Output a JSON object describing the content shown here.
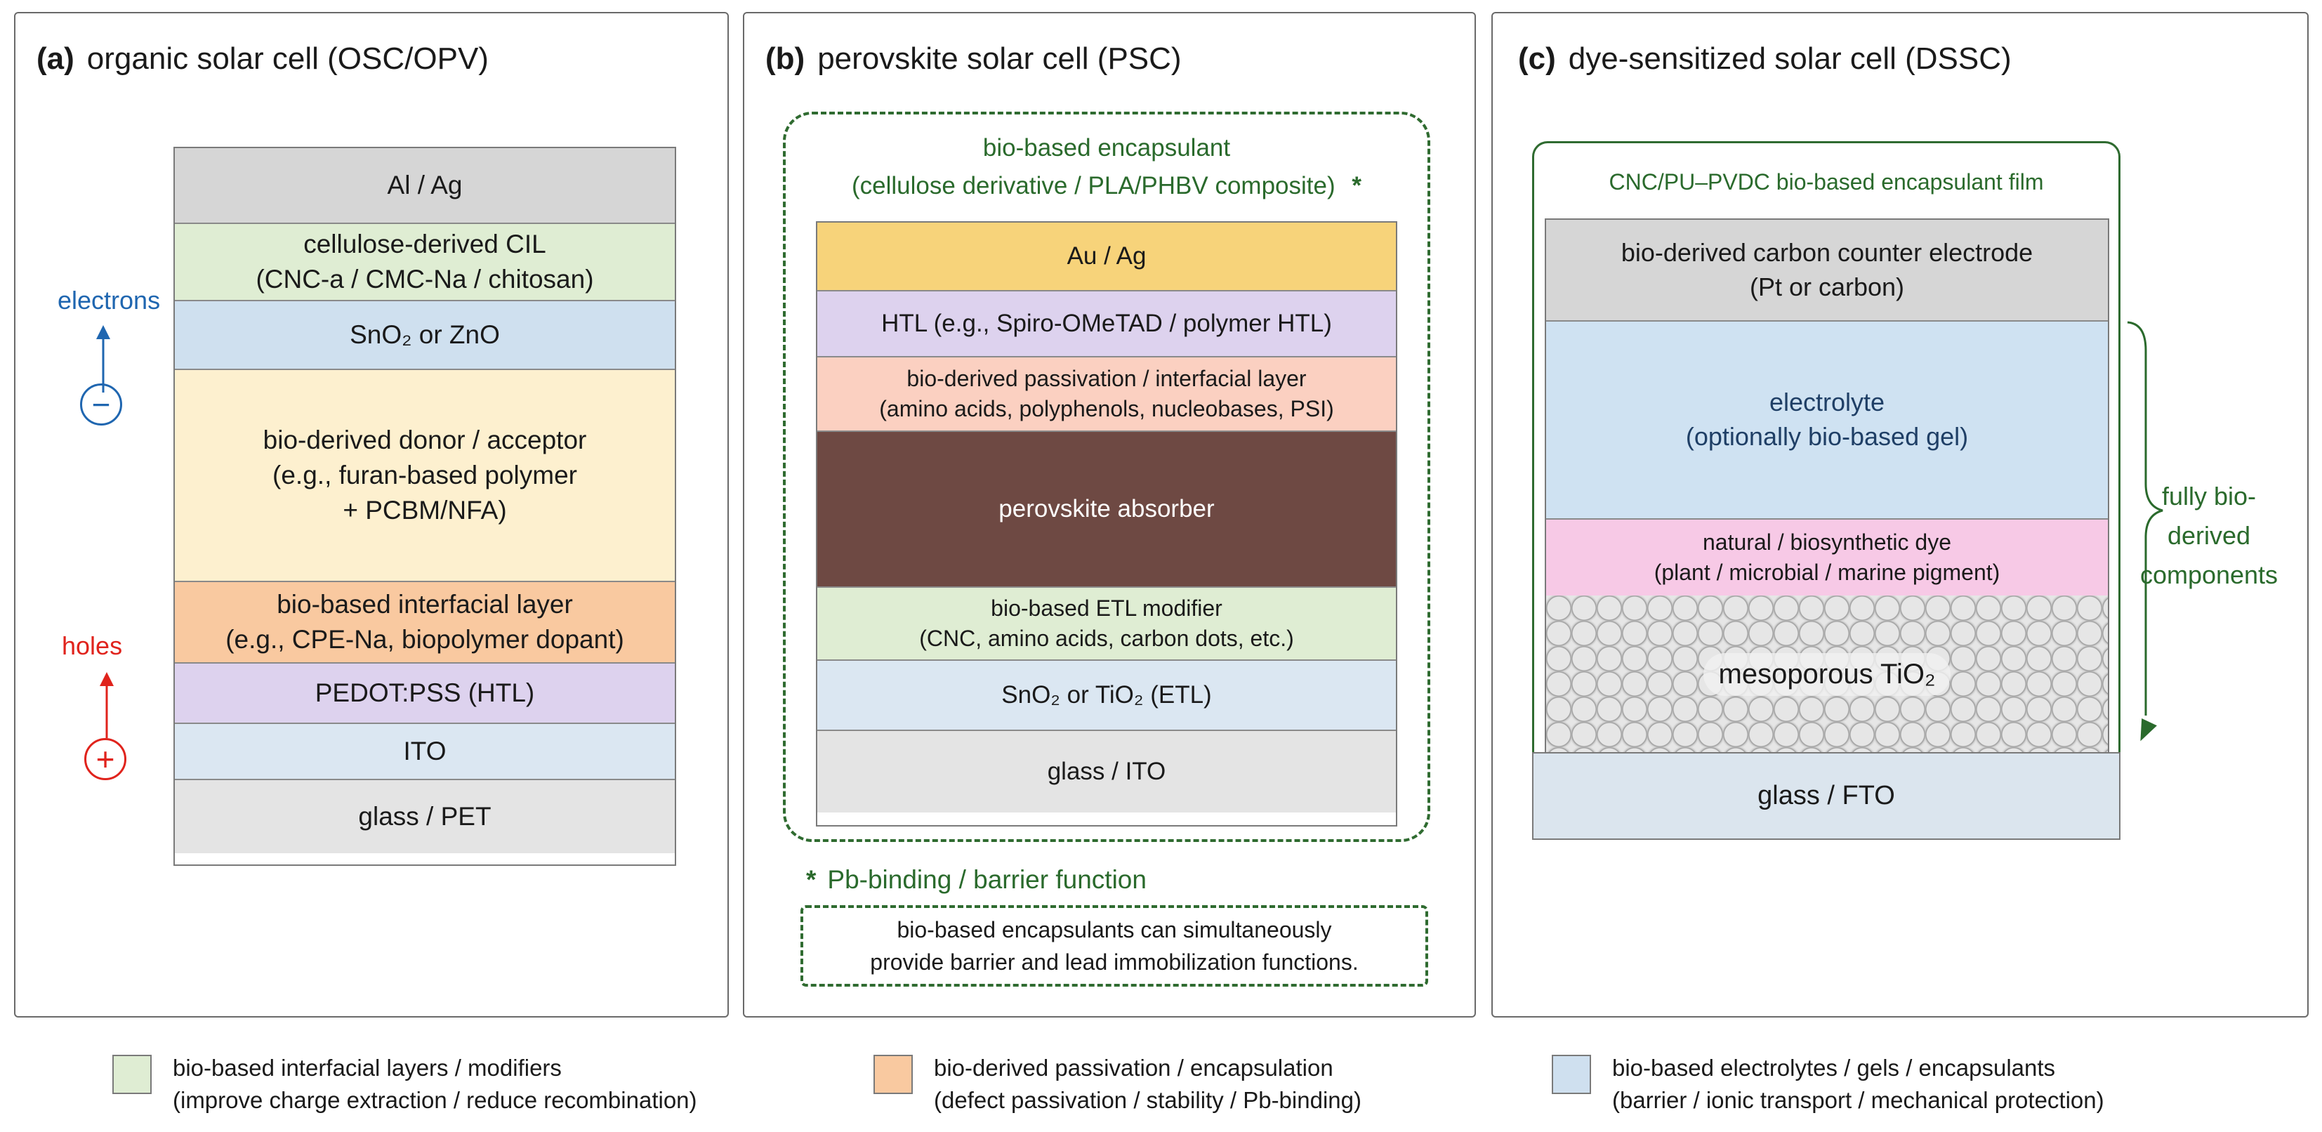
{
  "colors": {
    "metal_gray": "#d6d6d6",
    "green": "#dfedd3",
    "blue": "#cfe0ef",
    "cream": "#fdf0cf",
    "orange": "#f9c9a0",
    "purple": "#ddd2ee",
    "light_blue": "#dbe7f2",
    "light_gray": "#e4e4e4",
    "gold": "#f7d37a",
    "salmon": "#fbd0c1",
    "brown": "#6e4943",
    "pink": "#f7c9e6",
    "electrons": "#1f66b0",
    "holes": "#e0231c",
    "encapsulant_green": "#2a6a2c"
  },
  "panel_a": {
    "tag": "(a)",
    "title": "organic solar cell (OSC/OPV)",
    "layers": [
      {
        "lines": [
          "Al / Ag"
        ],
        "color": "#d6d6d6"
      },
      {
        "lines": [
          "cellulose-derived CIL",
          "(CNC-a / CMC-Na / chitosan)"
        ],
        "color": "#dfedd3"
      },
      {
        "lines": [
          "SnO₂ or ZnO"
        ],
        "color": "#cfe0ef"
      },
      {
        "lines": [
          "bio-derived donor / acceptor",
          "(e.g., furan-based polymer",
          "+ PCBM/NFA)"
        ],
        "color": "#fdf0cf"
      },
      {
        "lines": [
          "bio-based interfacial layer",
          "(e.g., CPE-Na, biopolymer dopant)"
        ],
        "color": "#f9c9a0"
      },
      {
        "lines": [
          "PEDOT:PSS (HTL)"
        ],
        "color": "#ddd2ee"
      },
      {
        "lines": [
          "ITO"
        ],
        "color": "#dbe7f2"
      },
      {
        "lines": [
          "glass / PET"
        ],
        "color": "#e4e4e4"
      }
    ],
    "electrons_label": "electrons",
    "electrons_symbol": "−",
    "holes_label": "holes",
    "holes_symbol": "+"
  },
  "panel_b": {
    "tag": "(b)",
    "title": "perovskite solar cell (PSC)",
    "encapsulant_line1": "bio-based encapsulant",
    "encapsulant_line2": "(cellulose derivative / PLA/PHBV composite)",
    "encapsulant_star": "*",
    "layers": [
      {
        "lines": [
          "Au / Ag"
        ],
        "color": "#f7d37a"
      },
      {
        "lines": [
          "HTL (e.g., Spiro-OMeTAD / polymer HTL)"
        ],
        "color": "#ddd2ee"
      },
      {
        "lines": [
          "bio-derived passivation / interfacial layer",
          "(amino acids, polyphenols, nucleobases, PSI)"
        ],
        "color": "#fbd0c1"
      },
      {
        "lines": [
          "perovskite absorber"
        ],
        "color": "#6e4943"
      },
      {
        "lines": [
          "bio-based ETL modifier",
          "(CNC, amino acids, carbon dots, etc.)"
        ],
        "color": "#dfedd3"
      },
      {
        "lines": [
          "SnO₂ or TiO₂ (ETL)"
        ],
        "color": "#dbe7f2"
      },
      {
        "lines": [
          "glass / ITO"
        ],
        "color": "#e4e4e4"
      }
    ],
    "pb_star": "*",
    "pb_binding": "Pb-binding / barrier function",
    "note_line1": "bio-based encapsulants can simultaneously",
    "note_line2": "provide barrier and lead immobilization functions."
  },
  "panel_c": {
    "tag": "(c)",
    "title": "dye-sensitized solar cell (DSSC)",
    "encapsulant_film": "CNC/PU–PVDC bio-based encapsulant film",
    "layers": [
      {
        "lines": [
          "bio-derived carbon counter electrode",
          "(Pt or carbon)"
        ],
        "color": "#d6d6d6"
      },
      {
        "lines": [
          "electrolyte",
          "(optionally bio-based gel)"
        ],
        "color": "#cfe2f2"
      },
      {
        "lines": [
          "natural / biosynthetic dye",
          "(plant / microbial / marine pigment)"
        ],
        "color": "#f7c9e6"
      }
    ],
    "tio2": "mesoporous TiO₂",
    "glass": "glass / FTO",
    "brace_line1": "fully bio-",
    "brace_line2": "derived",
    "brace_line3": "components"
  },
  "legend": [
    {
      "color": "#dfedd3",
      "line1": "bio-based interfacial layers / modifiers",
      "line2": "(improve charge extraction / reduce recombination)"
    },
    {
      "color": "#f9c9a0",
      "line1": "bio-derived passivation / encapsulation",
      "line2": "(defect passivation / stability / Pb-binding)"
    },
    {
      "color": "#cfe0ef",
      "line1": "bio-based electrolytes / gels / encapsulants",
      "line2": "(barrier / ionic transport / mechanical protection)"
    }
  ]
}
